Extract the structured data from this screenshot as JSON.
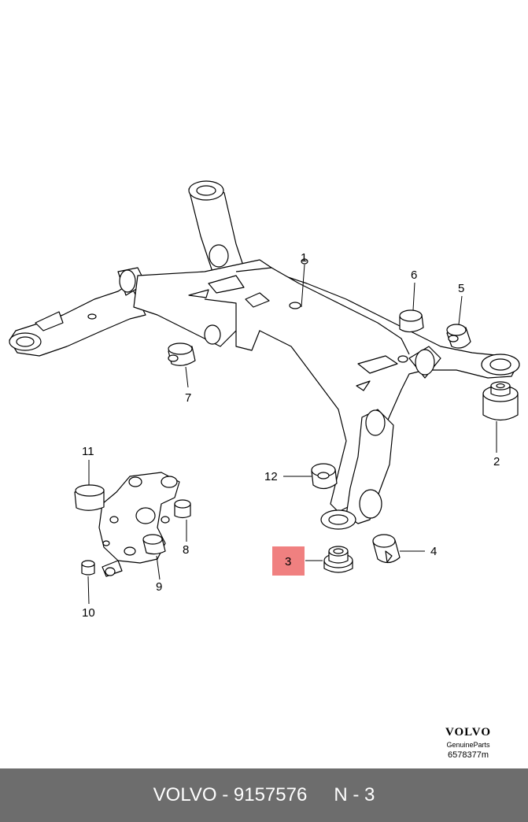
{
  "diagram": {
    "title": "Rear subframe assembly",
    "callouts": [
      {
        "id": "1",
        "label": "1",
        "part": "subframe"
      },
      {
        "id": "2",
        "label": "2",
        "part": "bushing"
      },
      {
        "id": "3",
        "label": "3",
        "part": "bushing",
        "highlighted": true
      },
      {
        "id": "4",
        "label": "4",
        "part": "bushing"
      },
      {
        "id": "5",
        "label": "5",
        "part": "bushing"
      },
      {
        "id": "6",
        "label": "6",
        "part": "bushing"
      },
      {
        "id": "7",
        "label": "7",
        "part": "bushing"
      },
      {
        "id": "8",
        "label": "8",
        "part": "bushing"
      },
      {
        "id": "9",
        "label": "9",
        "part": "bushing"
      },
      {
        "id": "10",
        "label": "10",
        "part": "bushing"
      },
      {
        "id": "11",
        "label": "11",
        "part": "bushing"
      },
      {
        "id": "12",
        "label": "12",
        "part": "bushing"
      }
    ],
    "highlight_color": "#f08080",
    "line_color": "#000000",
    "shade_color": "#ffffff"
  },
  "brand": {
    "name": "VOLVO",
    "subtitle": "GenuineParts",
    "code": "6578377m"
  },
  "footer": {
    "part_ref": "VOLVO - 9157576",
    "position": "N - 3"
  }
}
